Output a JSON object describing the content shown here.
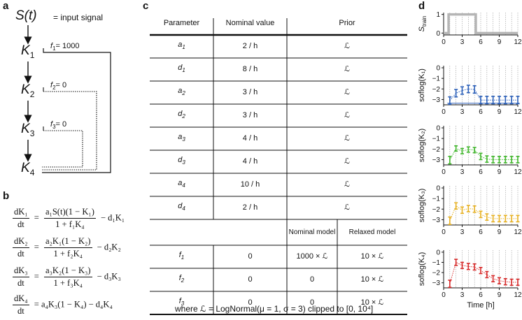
{
  "panels": {
    "a": "a",
    "b": "b",
    "c": "c",
    "d": "d"
  },
  "schematic": {
    "signal": "S(t)",
    "signal_note": "= input signal",
    "nodes": [
      "K",
      "K",
      "K",
      "K"
    ],
    "node_subs": [
      "1",
      "2",
      "3",
      "4"
    ],
    "feedback": [
      {
        "label": "f",
        "sub": "1",
        "value": "= 1000"
      },
      {
        "label": "f",
        "sub": "2",
        "value": "= 0"
      },
      {
        "label": "f",
        "sub": "3",
        "value": "= 0"
      }
    ]
  },
  "equations": [
    {
      "lhs_num": "dK₁",
      "lhs_den": "dt",
      "rhs_num": "a₁S(t)(1 − K₁)",
      "rhs_den": "1 + f₁K₄",
      "tail": "− d₁K₁"
    },
    {
      "lhs_num": "dK₂",
      "lhs_den": "dt",
      "rhs_num": "a₂K₁(1 − K₂)",
      "rhs_den": "1 + f₂K₄",
      "tail": "− d₂K₂"
    },
    {
      "lhs_num": "dK₃",
      "lhs_den": "dt",
      "rhs_num": "a₃K₂(1 − K₃)",
      "rhs_den": "1 + f₃K₄",
      "tail": "− d₃K₃"
    },
    {
      "lhs_num": "dK₄",
      "lhs_den": "dt",
      "rhs": "a₄K₃(1 − K₄) − d₄K₄"
    }
  ],
  "table": {
    "headers": [
      "Parameter",
      "Nominal value",
      "Prior"
    ],
    "rows": [
      {
        "param": "a",
        "sub": "1",
        "value": "2 / h",
        "prior": "ℒ"
      },
      {
        "param": "d",
        "sub": "1",
        "value": "8 / h",
        "prior": "ℒ"
      },
      {
        "param": "a",
        "sub": "2",
        "value": "3 / h",
        "prior": "ℒ"
      },
      {
        "param": "d",
        "sub": "2",
        "value": "3 / h",
        "prior": "ℒ"
      },
      {
        "param": "a",
        "sub": "3",
        "value": "4 / h",
        "prior": "ℒ"
      },
      {
        "param": "d",
        "sub": "3",
        "value": "4 / h",
        "prior": "ℒ"
      },
      {
        "param": "a",
        "sub": "4",
        "value": "10 / h",
        "prior": "ℒ"
      },
      {
        "param": "d",
        "sub": "4",
        "value": "2 / h",
        "prior": "ℒ"
      }
    ],
    "subheaders": [
      "Nominal model",
      "Relaxed model"
    ],
    "frows": [
      {
        "param": "f",
        "sub": "1",
        "value": "0",
        "nominal": "1000 × ℒ",
        "relaxed": "10 × ℒ"
      },
      {
        "param": "f",
        "sub": "2",
        "value": "0",
        "nominal": "0",
        "relaxed": "10 × ℒ"
      },
      {
        "param": "f",
        "sub": "3",
        "value": "0",
        "nominal": "0",
        "relaxed": "10 × ℒ"
      }
    ],
    "caption": "where ℒ = LogNormal(μ = 1, σ = 3) clipped to [0, 10⁴]"
  },
  "chart_data": [
    {
      "type": "line",
      "ylabel": "S_train",
      "xticks": [
        0,
        3,
        6,
        9,
        12
      ],
      "yticks": [
        0,
        1
      ],
      "xlim": [
        0,
        12
      ],
      "ylim": [
        -0.1,
        1.1
      ],
      "color": "#b5b5b5",
      "series": [
        {
          "x": [
            0,
            0.8,
            0.8,
            5.2,
            5.2,
            12
          ],
          "y": [
            0,
            0,
            1,
            1,
            0,
            0
          ]
        }
      ]
    },
    {
      "type": "errorbar",
      "ylabel": "soflog(K₁)",
      "xticks": [
        0,
        3,
        6,
        9,
        12
      ],
      "yticks": [
        0,
        -1,
        -2,
        -3
      ],
      "xlim": [
        0,
        12
      ],
      "ylim": [
        -3.5,
        0.2
      ],
      "color": "#2b5fb8",
      "points": [
        {
          "x": 1,
          "y": -3.1,
          "err": 0.35
        },
        {
          "x": 2,
          "y": -2.4,
          "err": 0.35
        },
        {
          "x": 3,
          "y": -2.15,
          "err": 0.35
        },
        {
          "x": 4,
          "y": -2.0,
          "err": 0.35
        },
        {
          "x": 5,
          "y": -2.05,
          "err": 0.35
        },
        {
          "x": 6,
          "y": -3.05,
          "err": 0.35
        },
        {
          "x": 7,
          "y": -3.05,
          "err": 0.35
        },
        {
          "x": 8,
          "y": -3.05,
          "err": 0.35
        },
        {
          "x": 9,
          "y": -3.05,
          "err": 0.35
        },
        {
          "x": 10,
          "y": -3.05,
          "err": 0.35
        },
        {
          "x": 11,
          "y": -3.05,
          "err": 0.35
        },
        {
          "x": 12,
          "y": -3.05,
          "err": 0.35
        }
      ],
      "baseline": -3.35
    },
    {
      "type": "errorbar",
      "ylabel": "soflog(K₂)",
      "xticks": [
        0,
        3,
        6,
        9,
        12
      ],
      "yticks": [
        0,
        -1,
        -2,
        -3
      ],
      "xlim": [
        0,
        12
      ],
      "ylim": [
        -3.5,
        0.2
      ],
      "color": "#3fb52a",
      "points": [
        {
          "x": 1,
          "y": -3.05,
          "err": 0.35
        },
        {
          "x": 2,
          "y": -1.95,
          "err": 0.25
        },
        {
          "x": 3,
          "y": -2.2,
          "err": 0.25
        },
        {
          "x": 4,
          "y": -2.05,
          "err": 0.25
        },
        {
          "x": 5,
          "y": -2.1,
          "err": 0.25
        },
        {
          "x": 6,
          "y": -2.7,
          "err": 0.3
        },
        {
          "x": 7,
          "y": -2.95,
          "err": 0.3
        },
        {
          "x": 8,
          "y": -3.0,
          "err": 0.3
        },
        {
          "x": 9,
          "y": -3.0,
          "err": 0.3
        },
        {
          "x": 10,
          "y": -3.0,
          "err": 0.3
        },
        {
          "x": 11,
          "y": -3.0,
          "err": 0.3
        },
        {
          "x": 12,
          "y": -3.0,
          "err": 0.3
        }
      ]
    },
    {
      "type": "errorbar",
      "ylabel": "soflog(K₃)",
      "xticks": [
        0,
        3,
        6,
        9,
        12
      ],
      "yticks": [
        0,
        -1,
        -2,
        -3
      ],
      "xlim": [
        0,
        12
      ],
      "ylim": [
        -3.5,
        0.2
      ],
      "color": "#e6b022",
      "points": [
        {
          "x": 1,
          "y": -3.1,
          "err": 0.35
        },
        {
          "x": 2,
          "y": -1.7,
          "err": 0.3
        },
        {
          "x": 3,
          "y": -2.1,
          "err": 0.3
        },
        {
          "x": 4,
          "y": -1.95,
          "err": 0.3
        },
        {
          "x": 5,
          "y": -2.0,
          "err": 0.3
        },
        {
          "x": 6,
          "y": -2.5,
          "err": 0.3
        },
        {
          "x": 7,
          "y": -2.75,
          "err": 0.3
        },
        {
          "x": 8,
          "y": -2.9,
          "err": 0.3
        },
        {
          "x": 9,
          "y": -2.9,
          "err": 0.3
        },
        {
          "x": 10,
          "y": -2.9,
          "err": 0.3
        },
        {
          "x": 11,
          "y": -2.9,
          "err": 0.3
        },
        {
          "x": 12,
          "y": -2.9,
          "err": 0.3
        }
      ]
    },
    {
      "type": "errorbar",
      "ylabel": "soflog(K₄)",
      "xlabel": "Time [h]",
      "xticks": [
        0,
        3,
        6,
        9,
        12
      ],
      "yticks": [
        0,
        -1,
        -2,
        -3
      ],
      "xlim": [
        0,
        12
      ],
      "ylim": [
        -3.5,
        0.2
      ],
      "color": "#d62a2a",
      "points": [
        {
          "x": 1,
          "y": -3.1,
          "err": 0.35
        },
        {
          "x": 2,
          "y": -1.0,
          "err": 0.3
        },
        {
          "x": 3,
          "y": -1.3,
          "err": 0.3
        },
        {
          "x": 4,
          "y": -1.4,
          "err": 0.3
        },
        {
          "x": 5,
          "y": -1.45,
          "err": 0.3
        },
        {
          "x": 6,
          "y": -1.8,
          "err": 0.3
        },
        {
          "x": 7,
          "y": -2.2,
          "err": 0.3
        },
        {
          "x": 8,
          "y": -2.6,
          "err": 0.3
        },
        {
          "x": 9,
          "y": -2.8,
          "err": 0.3
        },
        {
          "x": 10,
          "y": -2.9,
          "err": 0.3
        },
        {
          "x": 11,
          "y": -2.95,
          "err": 0.3
        },
        {
          "x": 12,
          "y": -2.95,
          "err": 0.3
        }
      ]
    }
  ]
}
